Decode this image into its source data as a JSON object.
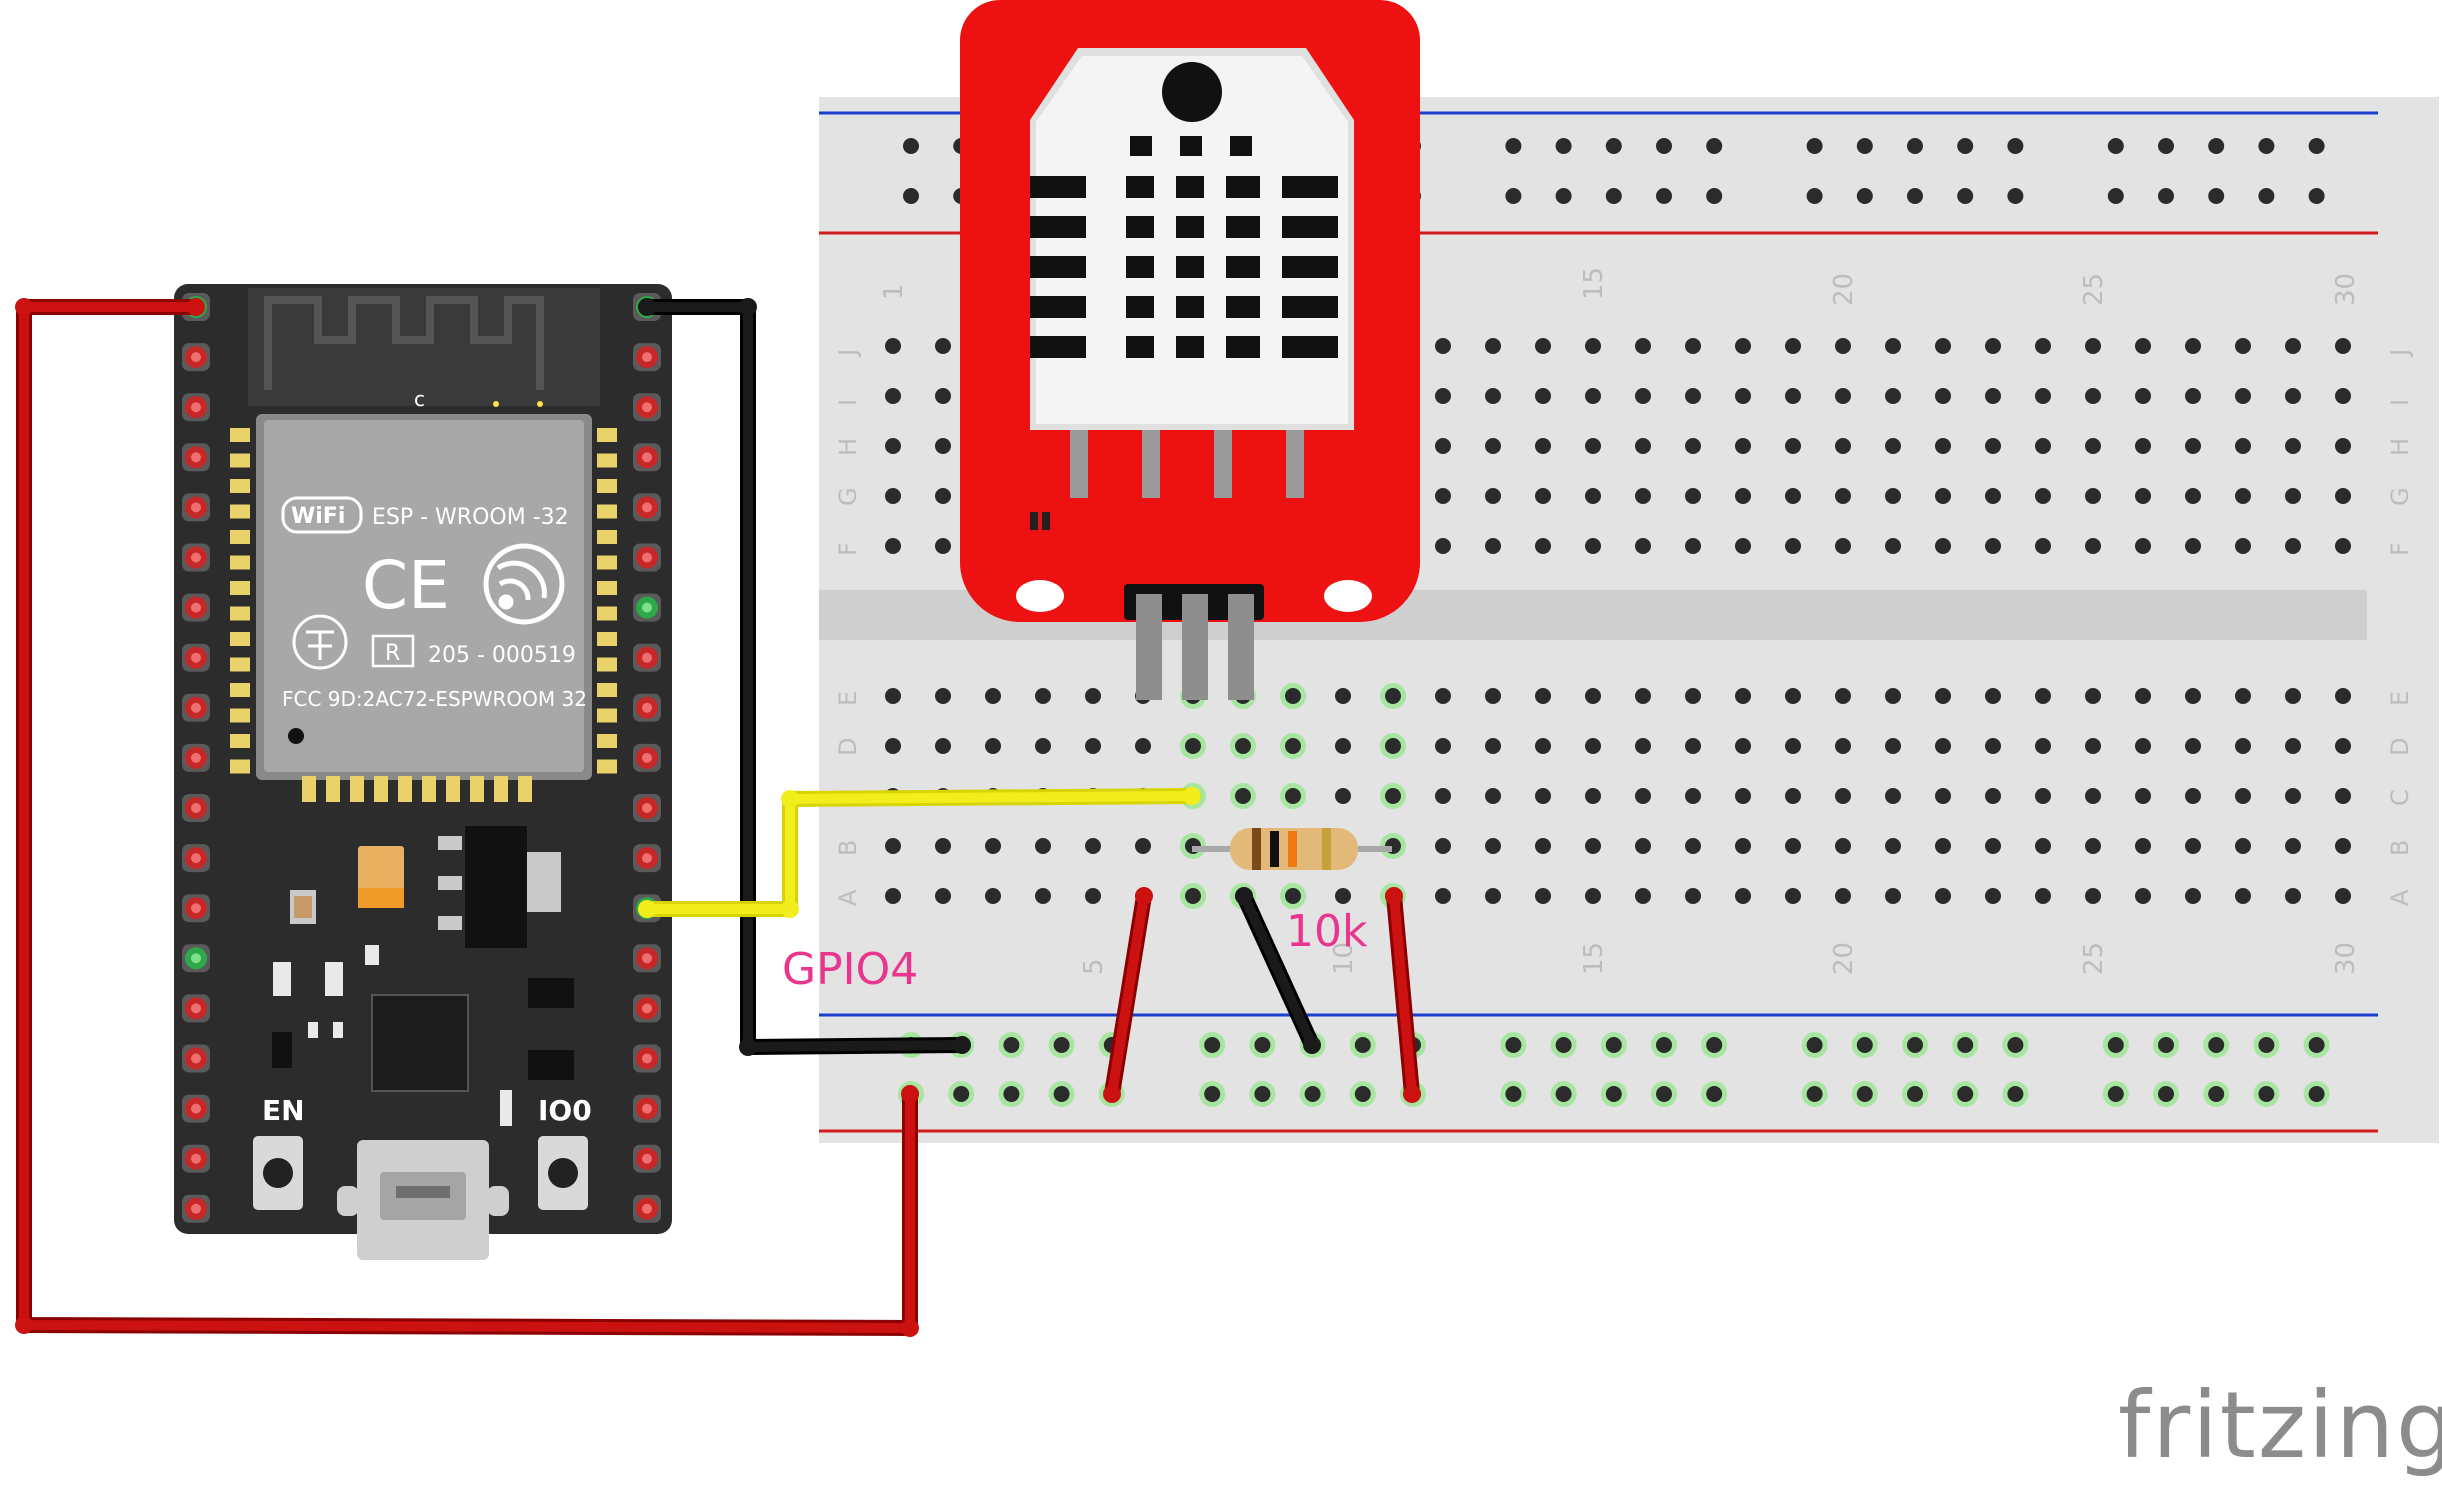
{
  "breadboard": {
    "column_numbers": [
      "1",
      "5",
      "10",
      "15",
      "20",
      "25",
      "30"
    ],
    "row_letters_top": [
      "J",
      "I",
      "H",
      "G",
      "F"
    ],
    "row_letters_bottom": [
      "E",
      "D",
      "C",
      "B",
      "A"
    ]
  },
  "esp32": {
    "module_name": "ESP - WROOM -32",
    "wifi_badge": "WiFi",
    "ce_mark": "CE",
    "reg_code": "205 - 000519",
    "reg_r": "R",
    "fcc_id": "FCC 9D:2AC72-ESPWROOM 32",
    "antenna_mark": "c",
    "en_label": "EN",
    "io0_label": "IO0"
  },
  "labels": {
    "gpio": "GPIO4",
    "resistor": "10k"
  },
  "colors": {
    "wire_power": "#cc1111",
    "wire_ground": "#1a1a1a",
    "wire_data": "#f2ee1e",
    "sensor_board": "#ee1111",
    "label_pink": "#e8368f",
    "breadboard": "#e3e3e3",
    "board_pcb": "#2c2c2c"
  },
  "watermark": "fritzing"
}
